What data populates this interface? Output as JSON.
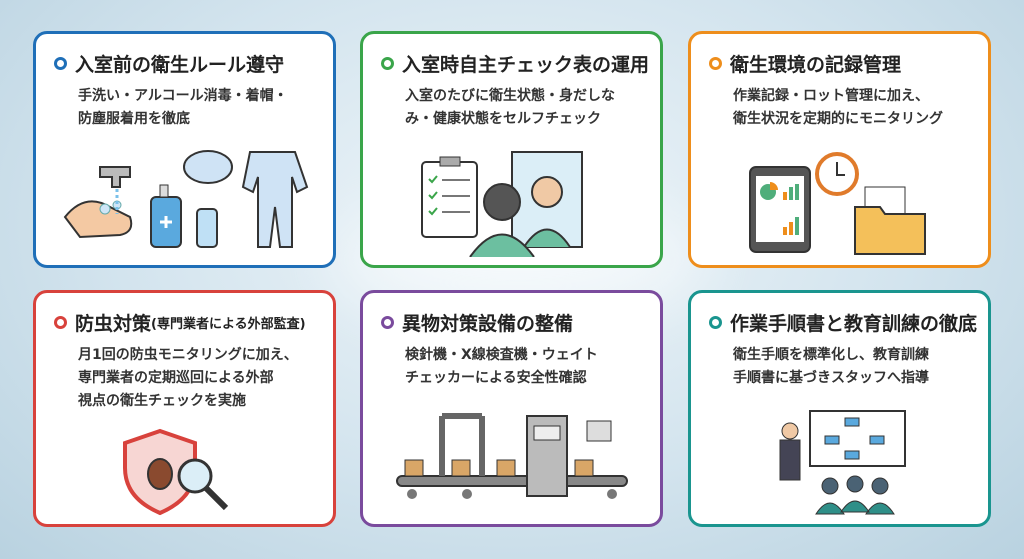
{
  "cards": [
    {
      "title": "入室前の衛生ルール遵守",
      "desc": [
        "手洗い・アルコール消毒・着帽・",
        "防塵服着用を徹底"
      ],
      "color": "#1f6fb8"
    },
    {
      "title": "入室時自主チェック表の運用",
      "desc": [
        "入室のたびに衛生状態・身だしな",
        "み・健康状態をセルフチェック"
      ],
      "color": "#3aa54a"
    },
    {
      "title": "衛生環境の記録管理",
      "desc": [
        "作業記録・ロット管理に加え、",
        "衛生状況を定期的にモニタリング"
      ],
      "color": "#ee8e1c"
    },
    {
      "title": "防虫対策",
      "title_note": "(専門業者による外部監査)",
      "desc": [
        "月1回の防虫モニタリングに加え、",
        "専門業者の定期巡回による外部",
        "視点の衛生チェックを実施"
      ],
      "color": "#d8423c"
    },
    {
      "title": "異物対策設備の整備",
      "desc": [
        "検針機・X線検査機・ウェイト",
        "チェッカーによる安全性確認"
      ],
      "color": "#7a4b9d"
    },
    {
      "title": "作業手順書と教育訓練の徹底",
      "desc": [
        "衛生手順を標準化し、教育訓練",
        "手順書に基づきスタッフへ指導"
      ],
      "color": "#1a958f"
    }
  ]
}
